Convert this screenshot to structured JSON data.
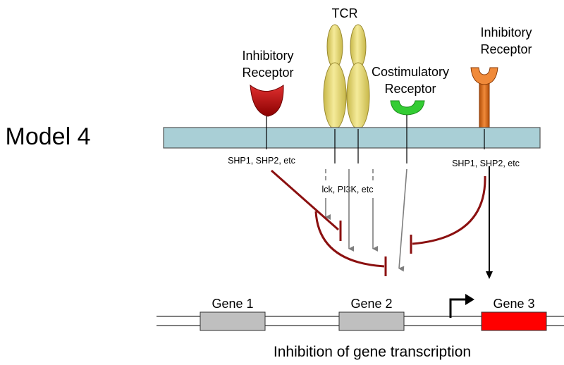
{
  "model_label": "Model 4",
  "tcr_label": "TCR",
  "inhibitory_left": {
    "line1": "Inhibitory",
    "line2": "Receptor",
    "color": "#c00000"
  },
  "inhibitory_right": {
    "line1": "Inhibitory",
    "line2": "Receptor",
    "color": "#e46c0a"
  },
  "costim": {
    "line1": "Costimulatory",
    "line2": "Receptor",
    "color": "#33cc33"
  },
  "membrane_color": "#a9cfd6",
  "tcr_color": "#e8d870",
  "signals": {
    "left": "SHP1, SHP2, etc",
    "middle": "lck, PI3K, etc",
    "right": "SHP1, SHP2, etc"
  },
  "inhibition_color": "#8b1010",
  "genes": [
    {
      "label": "Gene 1",
      "color": "#bfbfbf"
    },
    {
      "label": "Gene 2",
      "color": "#bfbfbf"
    },
    {
      "label": "Gene 3",
      "color": "#ff0000"
    }
  ],
  "caption": "Inhibition of gene transcription"
}
